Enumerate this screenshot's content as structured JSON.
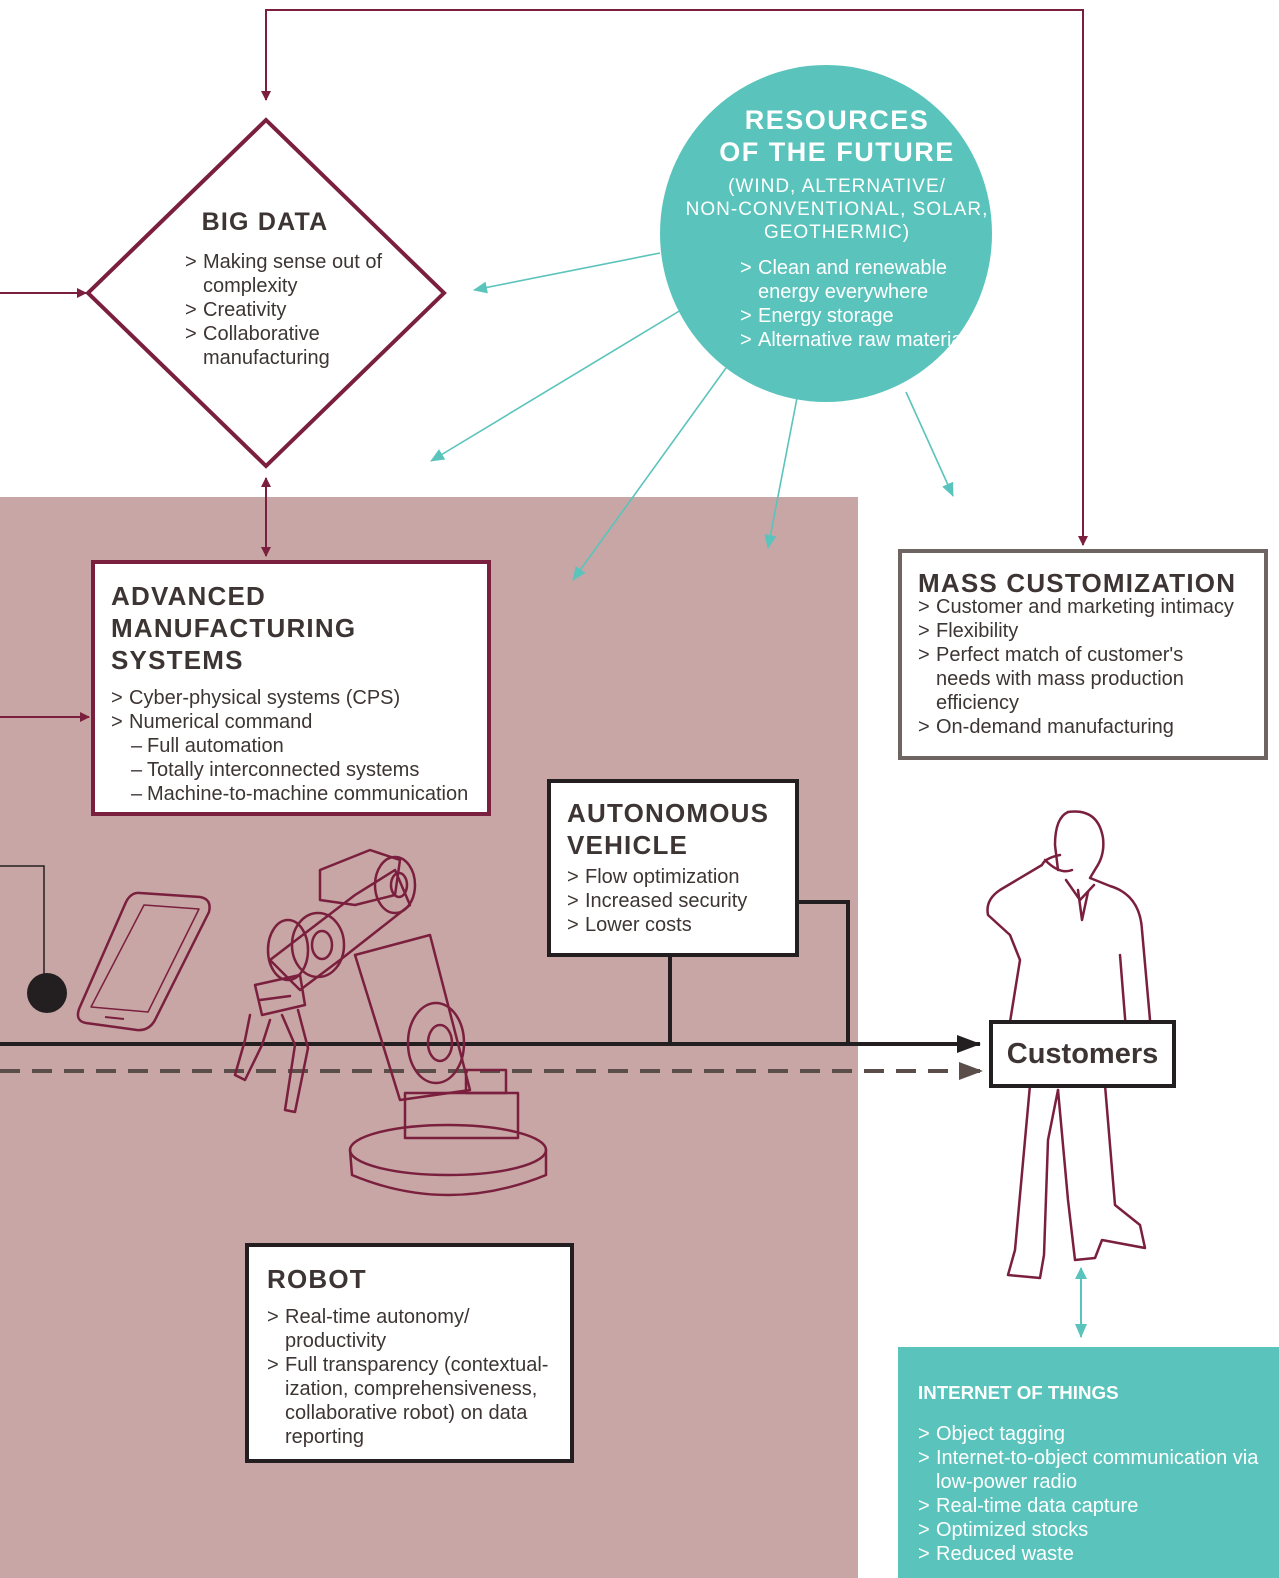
{
  "big_data": {
    "title": "BIG DATA",
    "items": [
      {
        "marker": ">",
        "text": "Making sense out of complexity"
      },
      {
        "marker": ">",
        "text": "Creativity"
      },
      {
        "marker": ">",
        "text": "Collaborative manufacturing"
      }
    ]
  },
  "resources": {
    "title_line1": "RESOURCES",
    "title_line2": "OF THE FUTURE",
    "subtitle_line1": "(WIND, ALTERNATIVE/",
    "subtitle_line2": "NON-CONVENTIONAL, SOLAR,",
    "subtitle_line3": "GEOTHERMIC)",
    "items": [
      {
        "marker": ">",
        "text": "Clean and renewable energy everywhere"
      },
      {
        "marker": ">",
        "text": "Energy storage"
      },
      {
        "marker": ">",
        "text": "Alternative raw materials"
      }
    ]
  },
  "advanced_manufacturing": {
    "title_line1": "ADVANCED",
    "title_line2": "MANUFACTURING",
    "title_line3": "SYSTEMS",
    "items": [
      {
        "marker": ">",
        "text": "Cyber-physical systems (CPS)"
      },
      {
        "marker": ">",
        "text": "Numerical command"
      },
      {
        "marker": "–",
        "text": "Full automation"
      },
      {
        "marker": "–",
        "text": "Totally interconnected systems"
      },
      {
        "marker": "–",
        "text": "Machine-to-machine communication"
      }
    ]
  },
  "mass_customization": {
    "title": "MASS CUSTOMIZATION",
    "items": [
      {
        "marker": ">",
        "text": "Customer and marketing intimacy"
      },
      {
        "marker": ">",
        "text": "Flexibility"
      },
      {
        "marker": ">",
        "text": "Perfect match of customer's needs with mass production efficiency"
      },
      {
        "marker": ">",
        "text": "On-demand manufacturing"
      }
    ]
  },
  "autonomous_vehicle": {
    "title_line1": "AUTONOMOUS",
    "title_line2": "VEHICLE",
    "items": [
      {
        "marker": ">",
        "text": "Flow optimization"
      },
      {
        "marker": ">",
        "text": "Increased security"
      },
      {
        "marker": ">",
        "text": "Lower costs"
      }
    ]
  },
  "customers": {
    "label": "Customers"
  },
  "robot": {
    "title": "ROBOT",
    "items": [
      {
        "marker": ">",
        "text": "Real-time autonomy/ productivity"
      },
      {
        "marker": ">",
        "text": "Full transparency (contextual-ization, comprehensiveness, collaborative robot) on data reporting"
      }
    ]
  },
  "iot": {
    "title": "INTERNET OF THINGS",
    "items": [
      {
        "marker": ">",
        "text": "Object tagging"
      },
      {
        "marker": ">",
        "text": "Internet-to-object communication via low-power radio"
      },
      {
        "marker": ">",
        "text": "Real-time data capture"
      },
      {
        "marker": ">",
        "text": "Optimized stocks"
      },
      {
        "marker": ">",
        "text": "Reduced waste"
      }
    ]
  },
  "colors": {
    "maroon": "#7a1f3d",
    "teal": "#5ac4bc",
    "panel": "#c7a6a5",
    "dark": "#231f20",
    "gray_border": "#6e6462",
    "text": "#3d3533"
  }
}
